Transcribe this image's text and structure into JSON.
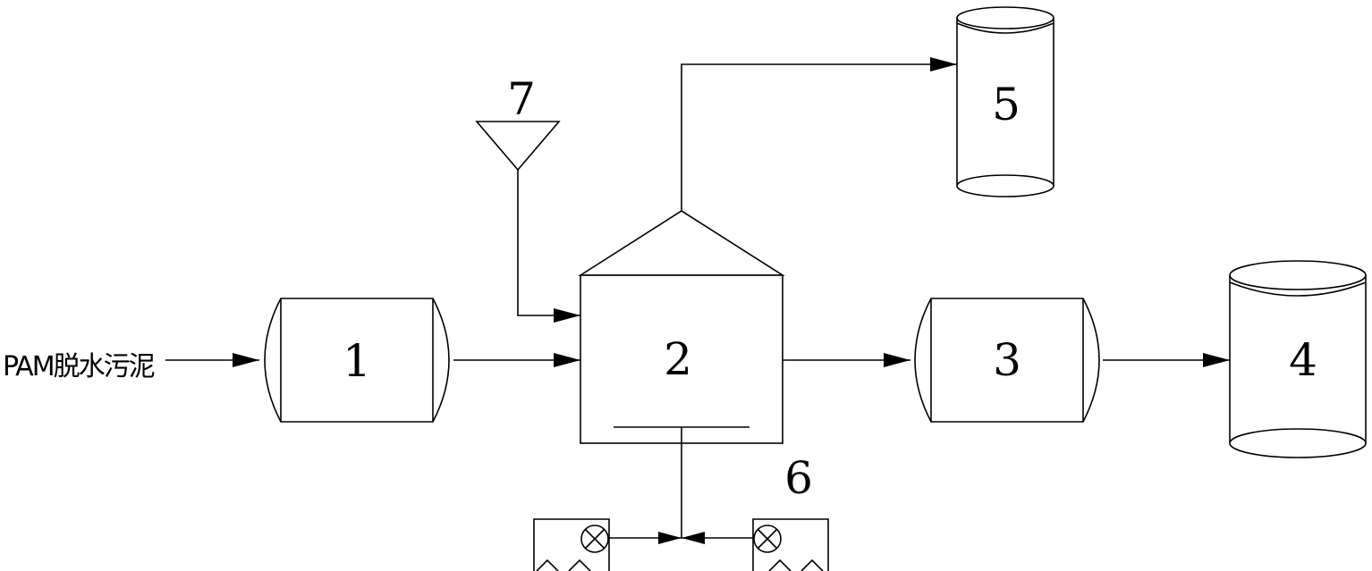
{
  "feed_label": "PAM脱水污泥",
  "units": {
    "u1": "1",
    "u2": "2",
    "u3": "3",
    "u4": "4",
    "u5": "5",
    "u6": "6",
    "u7": "7"
  }
}
